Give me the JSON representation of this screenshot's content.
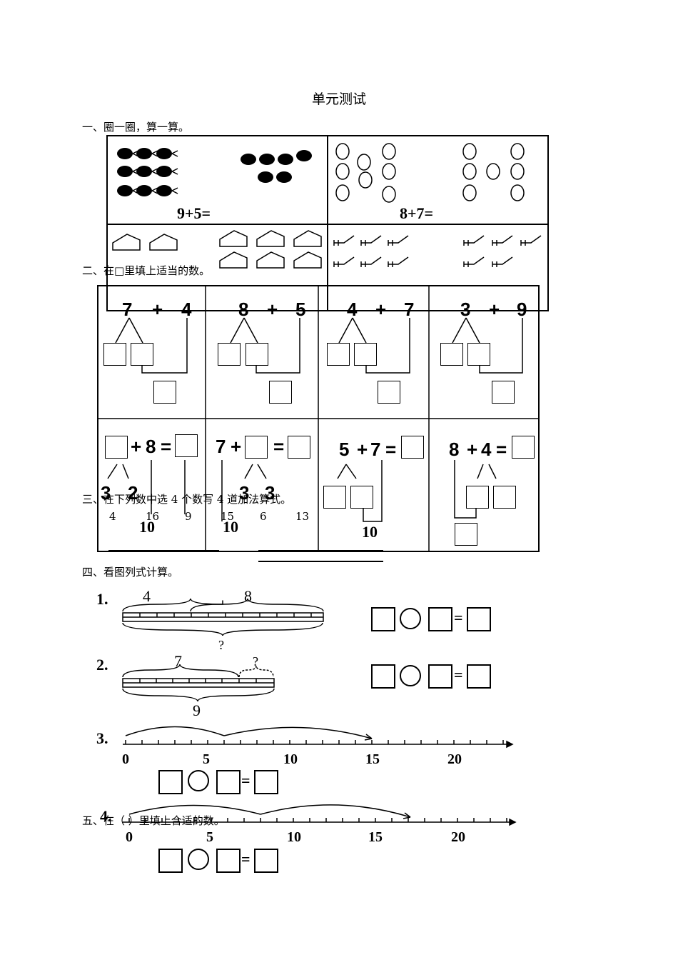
{
  "title": "单元测试",
  "sections": {
    "s1": "一、圈一圈，算一算。",
    "s2": "二、在□里填上适当的数。",
    "s3": "三、在下列数中选 4 个数写 4 道加法算式。",
    "s4": "四、看图列式计算。",
    "s5": "五、在（ ）里填上合适的数。"
  },
  "section1": {
    "eq1": "9+5=",
    "eq2": "8+7="
  },
  "section2": {
    "cells_top": [
      {
        "a": "7",
        "op": "+",
        "b": "4"
      },
      {
        "a": "8",
        "op": "+",
        "b": "5"
      },
      {
        "a": "4",
        "op": "+",
        "b": "7"
      },
      {
        "a": "3",
        "op": "+",
        "b": "9"
      }
    ],
    "cells_bottom": [
      {
        "left": "",
        "op": "+",
        "b": "8",
        "eq": "=",
        "split": [
          "3",
          "2"
        ],
        "ten": "10"
      },
      {
        "a": "7",
        "op": "+",
        "eq": "=",
        "split": [
          "3",
          "3"
        ],
        "ten": "10"
      },
      {
        "a": "5",
        "op": "+",
        "b": "7",
        "eq": "=",
        "ten": "10"
      },
      {
        "a": "8",
        "op": "+",
        "b": "4",
        "eq": "="
      }
    ]
  },
  "section3": {
    "numbers": [
      "4",
      "16",
      "9",
      "15",
      "6",
      "13"
    ]
  },
  "section4": {
    "p1": {
      "label": "1.",
      "left": "4",
      "right": "8",
      "q": "?"
    },
    "p2": {
      "label": "2.",
      "left": "7",
      "right": "?",
      "total": "9"
    },
    "p3": {
      "label": "3.",
      "ticks": [
        "0",
        "5",
        "10",
        "15",
        "20"
      ]
    },
    "p4": {
      "label": "4.",
      "ticks": [
        "0",
        "5",
        "10",
        "15",
        "20"
      ]
    },
    "eq_sign": "="
  },
  "icons": [
    "pineapple-icon",
    "melon-seed-icon",
    "cake-icon",
    "fork-icon"
  ]
}
